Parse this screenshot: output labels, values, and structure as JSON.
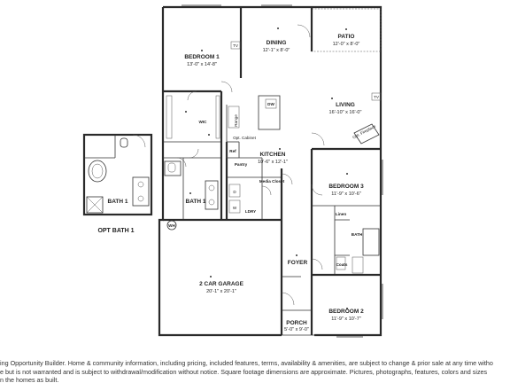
{
  "rooms": {
    "bedroom1": {
      "name": "BEDROOM 1",
      "dims": "13'-0\" x 14'-8\""
    },
    "dining": {
      "name": "DINING",
      "dims": "12'-1\" x 8'-0\""
    },
    "patio": {
      "name": "PATIO",
      "dims": "12'-0\" x 8'-0\""
    },
    "living": {
      "name": "LIVING",
      "dims": "16'-10\" x 16'-0\""
    },
    "kitchen": {
      "name": "KITCHEN",
      "dims": "10'-6\" x 12'-1\""
    },
    "bedroom3": {
      "name": "BEDROOM 3",
      "dims": "11'-9\" x 10'-6\""
    },
    "bedroom2": {
      "name": "BEDROOM 2",
      "dims": "11'-9\" x 10'-7\""
    },
    "garage": {
      "name": "2 CAR GARAGE",
      "dims": "20'-1\" x 20'-1\""
    },
    "porch": {
      "name": "PORCH",
      "dims": "5'-0\" x 9'-0\""
    },
    "foyer": {
      "name": "FOYER"
    },
    "bath1": {
      "name": "BATH 1"
    },
    "bath": {
      "name": "BATH"
    },
    "wic": {
      "name": "WIC"
    },
    "pantry": {
      "name": "Pantry"
    },
    "laundry": {
      "name": "LDRY"
    },
    "media_closet": {
      "name": "Media Closet"
    },
    "linen": {
      "name": "Linen"
    },
    "coats": {
      "name": "Coats"
    }
  },
  "fixtures": {
    "tv_bedroom": "TV",
    "tv_living": "TV",
    "dw": "DW",
    "range": "Range",
    "ref": "Ref",
    "opt_cabinet": "Opt. Cabinet",
    "opt_fireplace": "Opt. Fireplace",
    "wh": "WH",
    "dryer": "D",
    "washer": "W"
  },
  "opt_bath": {
    "room": "BATH 1",
    "caption": "OPT BATH 1"
  },
  "disclaimer": {
    "line1": "ing Opportunity Builder. Home & community information, including pricing, included features, terms, availability & amenities, are subject to change & prior sale at any time witho",
    "line2": "e but is not warranted and is subject to withdrawal/modification without notice. Square footage dimensions are approximate. Pictures, photographs, features, colors and sizes",
    "line3": "n the homes as built."
  }
}
